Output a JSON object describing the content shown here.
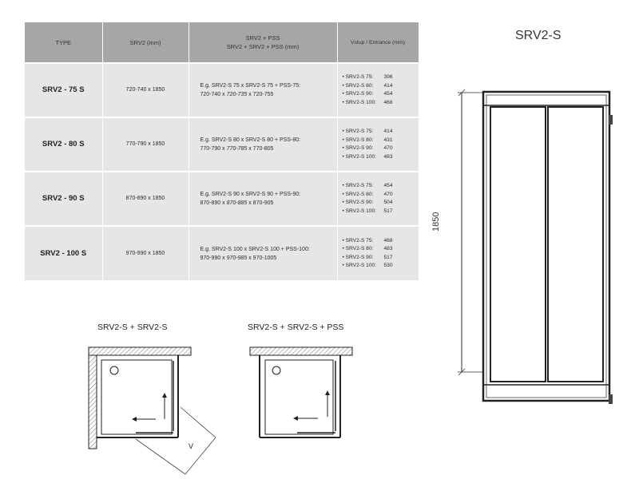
{
  "table": {
    "headers": {
      "type": "TYPE",
      "range": "SRV2 (mm)",
      "example_line1": "SRV2 + PSS",
      "example_line2": "SRV2 + SRV2 + PSS (mm)",
      "entrance": "Vstup / Entrance (mm)"
    },
    "rows": [
      {
        "type": "SRV2 - 75 S",
        "range": "720-740 x 1850",
        "example_line1": "E.g. SRV2-S 75 x SRV2-S 75 + PSS-75:",
        "example_a": "720-740 x ",
        "example_b": "720-735",
        "example_c": " x 720-755",
        "entrance": [
          {
            "name": "• SRV2-S 75:",
            "value": "396"
          },
          {
            "name": "• SRV2-S 80:",
            "value": "414"
          },
          {
            "name": "• SRV2-S 90:",
            "value": "454"
          },
          {
            "name": "• SRV2-S 100:",
            "value": "468"
          }
        ]
      },
      {
        "type": "SRV2 - 80 S",
        "range": "770-790 x 1850",
        "example_line1": "E.g. SRV2-S 80 x SRV2-S 80 + PSS-80:",
        "example_a": "770-790 x ",
        "example_b": "770-785",
        "example_c": " x 770-805",
        "entrance": [
          {
            "name": "• SRV2-S 75:",
            "value": "414"
          },
          {
            "name": "• SRV2-S 80:",
            "value": "431"
          },
          {
            "name": "• SRV2-S 90:",
            "value": "470"
          },
          {
            "name": "• SRV2-S 100:",
            "value": "483"
          }
        ]
      },
      {
        "type": "SRV2 - 90 S",
        "range": "870-890 x 1850",
        "example_line1": "E.g. SRV2-S 90 x SRV2-S 90 + PSS-90:",
        "example_a": "870-890 x ",
        "example_b": "870-885",
        "example_c": " x 870-905",
        "entrance": [
          {
            "name": "• SRV2-S 75:",
            "value": "454"
          },
          {
            "name": "• SRV2-S 80:",
            "value": "470"
          },
          {
            "name": "• SRV2-S 90:",
            "value": "504"
          },
          {
            "name": "• SRV2-S 100:",
            "value": "517"
          }
        ]
      },
      {
        "type": "SRV2 - 100 S",
        "range": "970-990 x 1850",
        "example_line1": "E.g. SRV2-S 100 x SRV2-S 100 + PSS-100:",
        "example_a": "970-990 x ",
        "example_b": "970-985",
        "example_c": " x 970-1005",
        "entrance": [
          {
            "name": "• SRV2-S 75:",
            "value": "468"
          },
          {
            "name": "• SRV2-S 80:",
            "value": "483"
          },
          {
            "name": "• SRV2-S 90:",
            "value": "517"
          },
          {
            "name": "• SRV2-S 100:",
            "value": "530"
          }
        ]
      }
    ]
  },
  "drawing": {
    "title": "SRV2-S",
    "height_label": "1850"
  },
  "plans": {
    "left_title": "SRV2-S + SRV2-S",
    "right_title": "SRV2-S + SRV2-S + PSS",
    "entrance_symbol": "V"
  },
  "colors": {
    "header_bg": "#a6a6a6",
    "cell_bg": "#e6e6e6",
    "line": "#222222"
  }
}
